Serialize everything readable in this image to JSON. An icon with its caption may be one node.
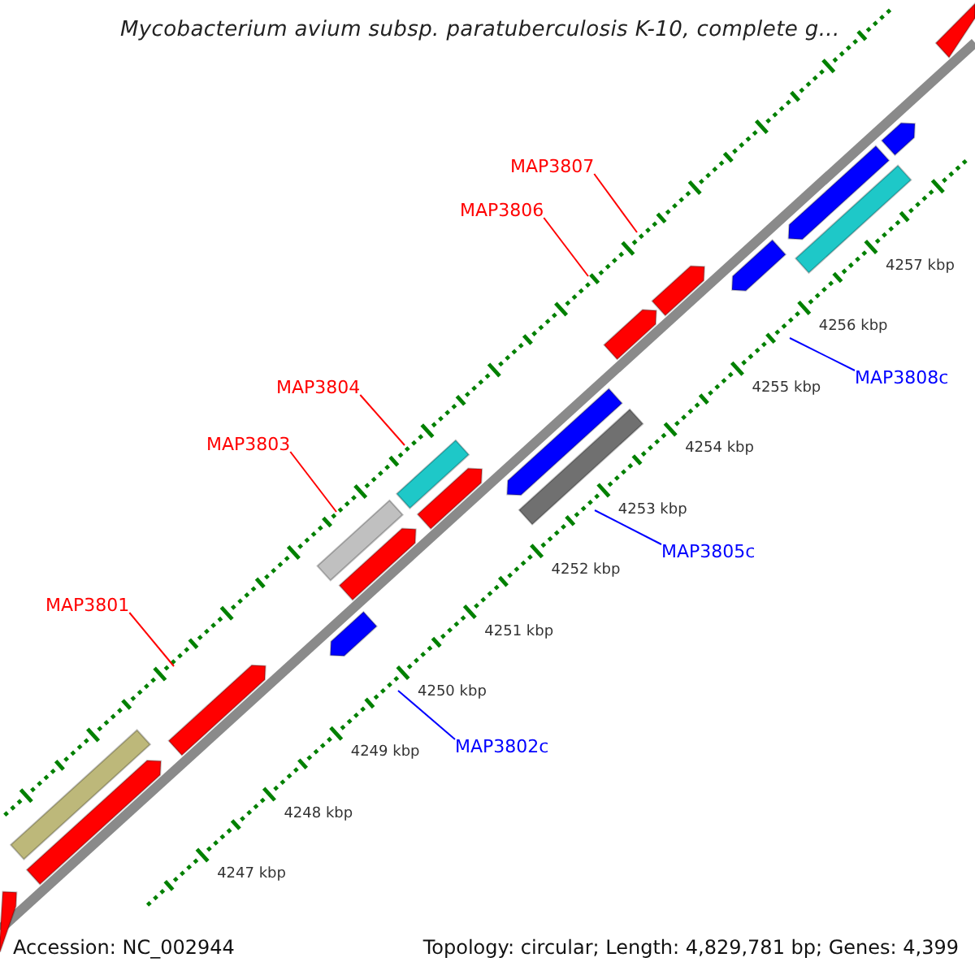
{
  "diagram": {
    "title": "Mycobacterium avium subsp. paratuberculosis K-10, complete g...",
    "nodes": [
      {
        "text": [
          "MAP3807"
        ]
      },
      {
        "text": [
          "MAP3806"
        ]
      },
      {
        "text": [
          "MAP3808c"
        ]
      },
      {
        "text": [
          "MAP3804"
        ]
      },
      {
        "text": [
          "MAP3803"
        ]
      },
      {
        "text": [
          "MAP3805c"
        ]
      },
      {
        "text": [
          "MAP3801"
        ]
      },
      {
        "text": [
          "MAP3802c"
        ]
      }
    ],
    "edges": [
      {
        "from": 0,
        "to": null,
        "arrow": "none"
      },
      {
        "from": 1,
        "to": null,
        "arrow": "none"
      },
      {
        "from": 2,
        "to": null,
        "arrow": "none",
        "color": "#0000ff"
      },
      {
        "from": 3,
        "to": null,
        "arrow": "none"
      },
      {
        "from": 4,
        "to": null,
        "arrow": "none"
      },
      {
        "from": 5,
        "to": null,
        "arrow": "none",
        "color": "#0000ff"
      },
      {
        "from": 6,
        "to": null,
        "arrow": "none"
      },
      {
        "from": 7,
        "to": null,
        "arrow": "none",
        "color": "#0000ff"
      }
    ],
    "labels": [
      "4257 kbp",
      "4256 kbp",
      "4255 kbp",
      "4254 kbp",
      "4253 kbp",
      "4252 kbp",
      "4251 kbp",
      "4250 kbp",
      "4249 kbp",
      "4248 kbp",
      "4247 kbp",
      "Accession: NC_002944",
      "Topology: circular; Length: 4,829,781 bp; Genes: 4,399"
    ]
  }
}
